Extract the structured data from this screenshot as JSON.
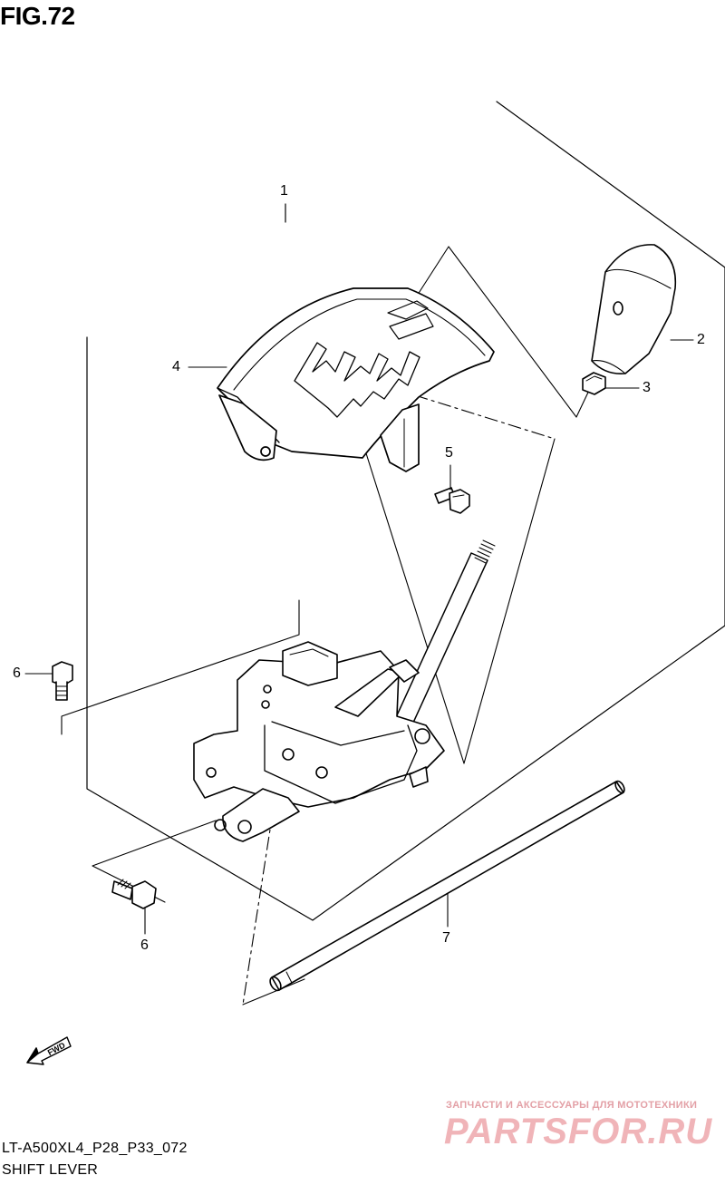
{
  "figure": {
    "title": "FIG.72"
  },
  "callouts": [
    {
      "number": "1"
    },
    {
      "number": "2"
    },
    {
      "number": "3"
    },
    {
      "number": "4"
    },
    {
      "number": "5"
    },
    {
      "number": "6"
    },
    {
      "number": "6"
    },
    {
      "number": "7"
    }
  ],
  "fwd_arrow": {
    "label": "FWD"
  },
  "watermark": {
    "caption": "ЗАПЧАСТИ И АКСЕССУАРЫ ДЛЯ МОТОТЕХНИКИ",
    "brand": "PARTSFOR.RU"
  },
  "footer": {
    "code": "LT-A500XL4_P28_P33_072",
    "name": "SHIFT LEVER"
  },
  "colors": {
    "line": "#000000",
    "watermark": "#f0b4b8"
  }
}
